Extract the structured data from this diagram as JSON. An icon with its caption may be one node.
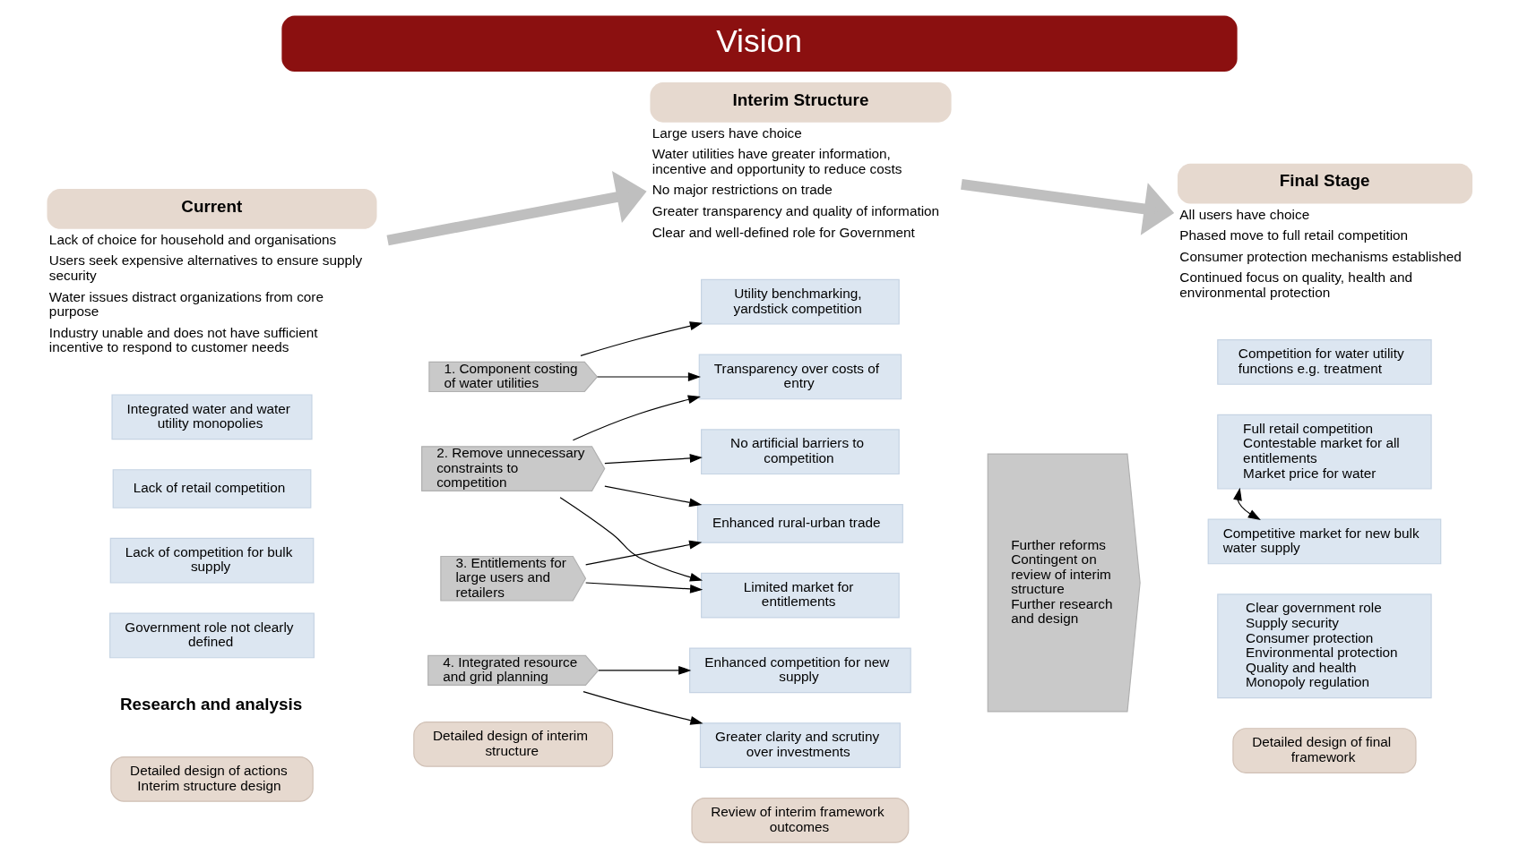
{
  "diagram": {
    "title": "Vision",
    "nodes": [
      {
        "text": [
          "Current"
        ],
        "beside": [
          "Lack of choice for household and organisations",
          "Users seek expensive alternatives to ensure supply security",
          "Water issues distract organizations from core purpose",
          "Industry unable and does not have sufficient incentive to respond to customer needs"
        ]
      },
      {
        "text": [
          "Interim Structure"
        ],
        "beside": [
          "Large users have choice",
          "Water utilities have greater information, incentive and opportunity to reduce costs",
          "No major restrictions on trade",
          "Greater transparency and quality of information",
          "Clear and well-defined role for Government"
        ]
      },
      {
        "text": [
          "Final Stage"
        ],
        "beside": [
          "All users have choice",
          "Phased move to full retail competition",
          "Consumer protection mechanisms established",
          "Continued focus on quality, health and environmental protection"
        ]
      },
      {
        "text": [
          "Integrated water and water utility monopolies"
        ]
      },
      {
        "text": [
          "Lack of retail competition"
        ]
      },
      {
        "text": [
          "Lack of competition for bulk supply"
        ]
      },
      {
        "text": [
          "Government role not clearly defined"
        ]
      },
      {
        "text": [
          "1. Component costing of water utilities"
        ]
      },
      {
        "text": [
          "2. Remove unnecessary constraints to competition"
        ]
      },
      {
        "text": [
          "3. Entitlements for large users and retailers"
        ]
      },
      {
        "text": [
          "4. Integrated resource and grid planning"
        ]
      },
      {
        "text": [
          "Utility benchmarking, yardstick competition"
        ]
      },
      {
        "text": [
          "Transparency over costs of entry"
        ]
      },
      {
        "text": [
          "No artificial barriers to competition"
        ]
      },
      {
        "text": [
          "Enhanced rural-urban trade"
        ]
      },
      {
        "text": [
          "Limited market for entitlements"
        ]
      },
      {
        "text": [
          "Enhanced competition for new supply"
        ]
      },
      {
        "text": [
          "Greater clarity and scrutiny over investments"
        ]
      },
      {
        "text": [
          "Further reforms",
          "Contingent on review of interim structure",
          "Further research and design"
        ]
      },
      {
        "text": [
          "Competition for water utility functions e.g. treatment"
        ]
      },
      {
        "text": [
          "Full retail competition",
          "Contestable market for all entitlements",
          "Market price for water"
        ]
      },
      {
        "text": [
          "Competitive market for new bulk water supply"
        ]
      },
      {
        "text": [
          "Clear government role",
          "Supply security",
          "Consumer protection",
          "Environmental protection",
          "Quality and health",
          "Monopoly regulation"
        ]
      },
      {
        "text": [
          "Detailed design of actions",
          "Interim structure design"
        ]
      },
      {
        "text": [
          "Detailed design of interim structure"
        ]
      },
      {
        "text": [
          "Review of interim framework outcomes"
        ]
      },
      {
        "text": [
          "Detailed design of final framework"
        ]
      }
    ],
    "edges": [
      {
        "from": 0,
        "to": 1,
        "arrow": "to",
        "style": "thick",
        "color": "#bfbfbf"
      },
      {
        "from": 1,
        "to": 2,
        "arrow": "to",
        "style": "thick",
        "color": "#bfbfbf"
      },
      {
        "from": 7,
        "to": 11,
        "arrow": "to"
      },
      {
        "from": 7,
        "to": 12,
        "arrow": "to"
      },
      {
        "from": 8,
        "to": 12,
        "arrow": "to"
      },
      {
        "from": 8,
        "to": 13,
        "arrow": "to"
      },
      {
        "from": 8,
        "to": 14,
        "arrow": "to"
      },
      {
        "from": 8,
        "to": 15,
        "arrow": "to"
      },
      {
        "from": 9,
        "to": 14,
        "arrow": "to"
      },
      {
        "from": 9,
        "to": 15,
        "arrow": "to"
      },
      {
        "from": 10,
        "to": 16,
        "arrow": "to"
      },
      {
        "from": 10,
        "to": 17,
        "arrow": "to"
      },
      {
        "from": 20,
        "to": 21,
        "arrow": "both"
      }
    ],
    "labels": [
      "Research and analysis"
    ]
  }
}
